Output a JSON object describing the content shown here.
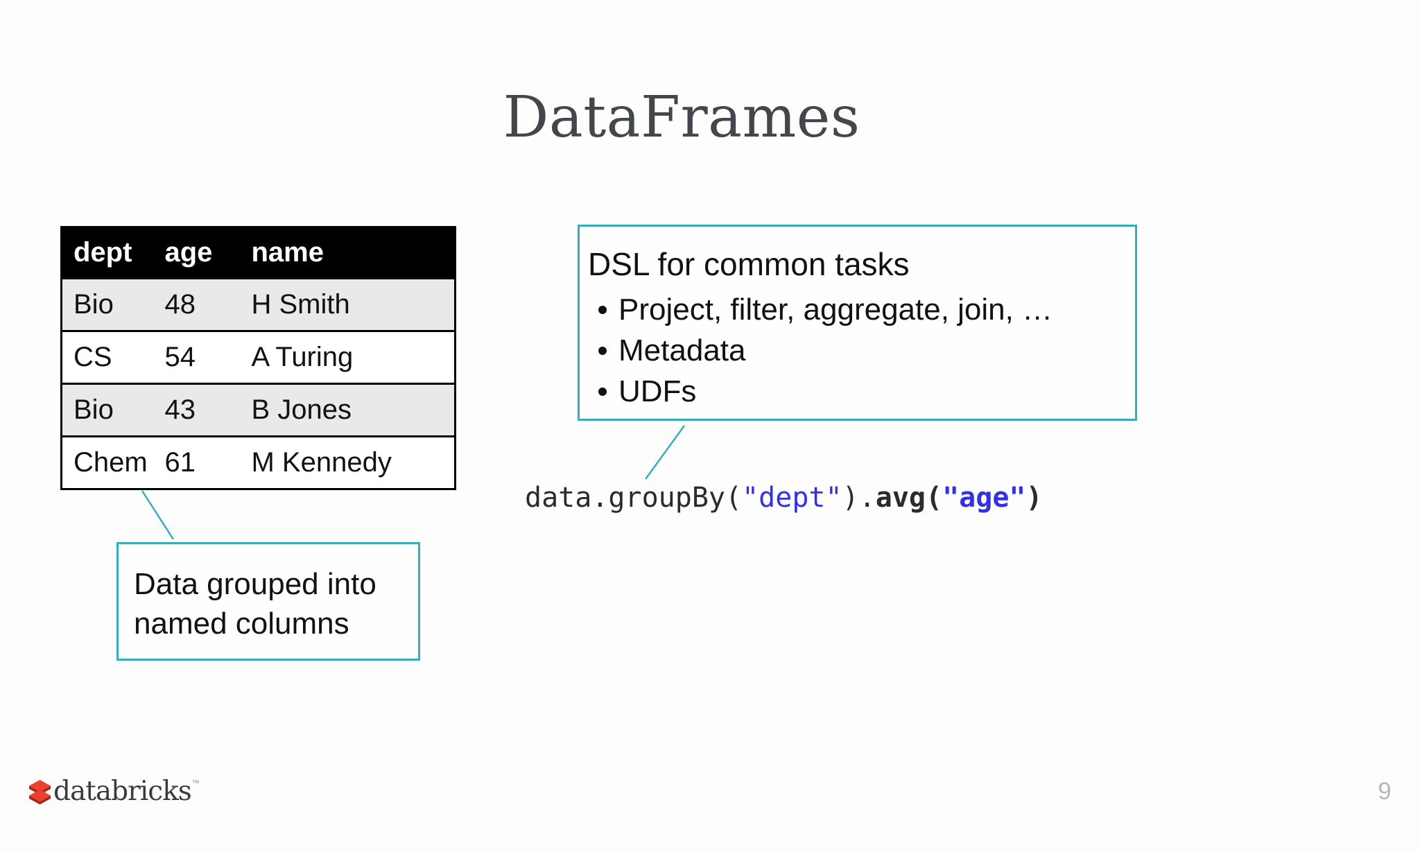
{
  "slide": {
    "title": "DataFrames",
    "page_number": "9"
  },
  "table": {
    "columns": [
      "dept",
      "age",
      "name"
    ],
    "rows": [
      [
        "Bio",
        "48",
        "H Smith"
      ],
      [
        "CS",
        "54",
        "A Turing"
      ],
      [
        "Bio",
        "43",
        "B Jones"
      ],
      [
        "Chem",
        "61",
        "M Kennedy"
      ]
    ]
  },
  "callout_left": {
    "line1": "Data grouped into",
    "line2": "named columns"
  },
  "dsl_box": {
    "heading": "DSL for common tasks",
    "bullets": [
      "Project, filter, aggregate, join, …",
      "Metadata",
      "UDFs"
    ]
  },
  "code": {
    "segments": [
      {
        "text": "data.groupBy(",
        "style": "dark"
      },
      {
        "text": "\"dept\"",
        "style": "blue"
      },
      {
        "text": ").",
        "style": "dark"
      },
      {
        "text": "avg(",
        "style": "dark-bold"
      },
      {
        "text": "\"age\"",
        "style": "blue-bold"
      },
      {
        "text": ")",
        "style": "dark-bold"
      }
    ]
  },
  "logo": {
    "wordmark": "databricks",
    "trademark": "™",
    "icon": "databricks-bricks-icon"
  },
  "colors": {
    "accent_teal": "#34adbc",
    "code_blue": "#3431e4",
    "code_dark": "#2b2b2b",
    "logo_red": "#ee3e2c",
    "logo_red_dark": "#a32a1b",
    "title_gray": "#43474b",
    "row_alt_gray": "#e9e9e9",
    "page_number_gray": "#b7b7bf",
    "text_black": "#111111",
    "logo_text": "#3c3c3c"
  }
}
